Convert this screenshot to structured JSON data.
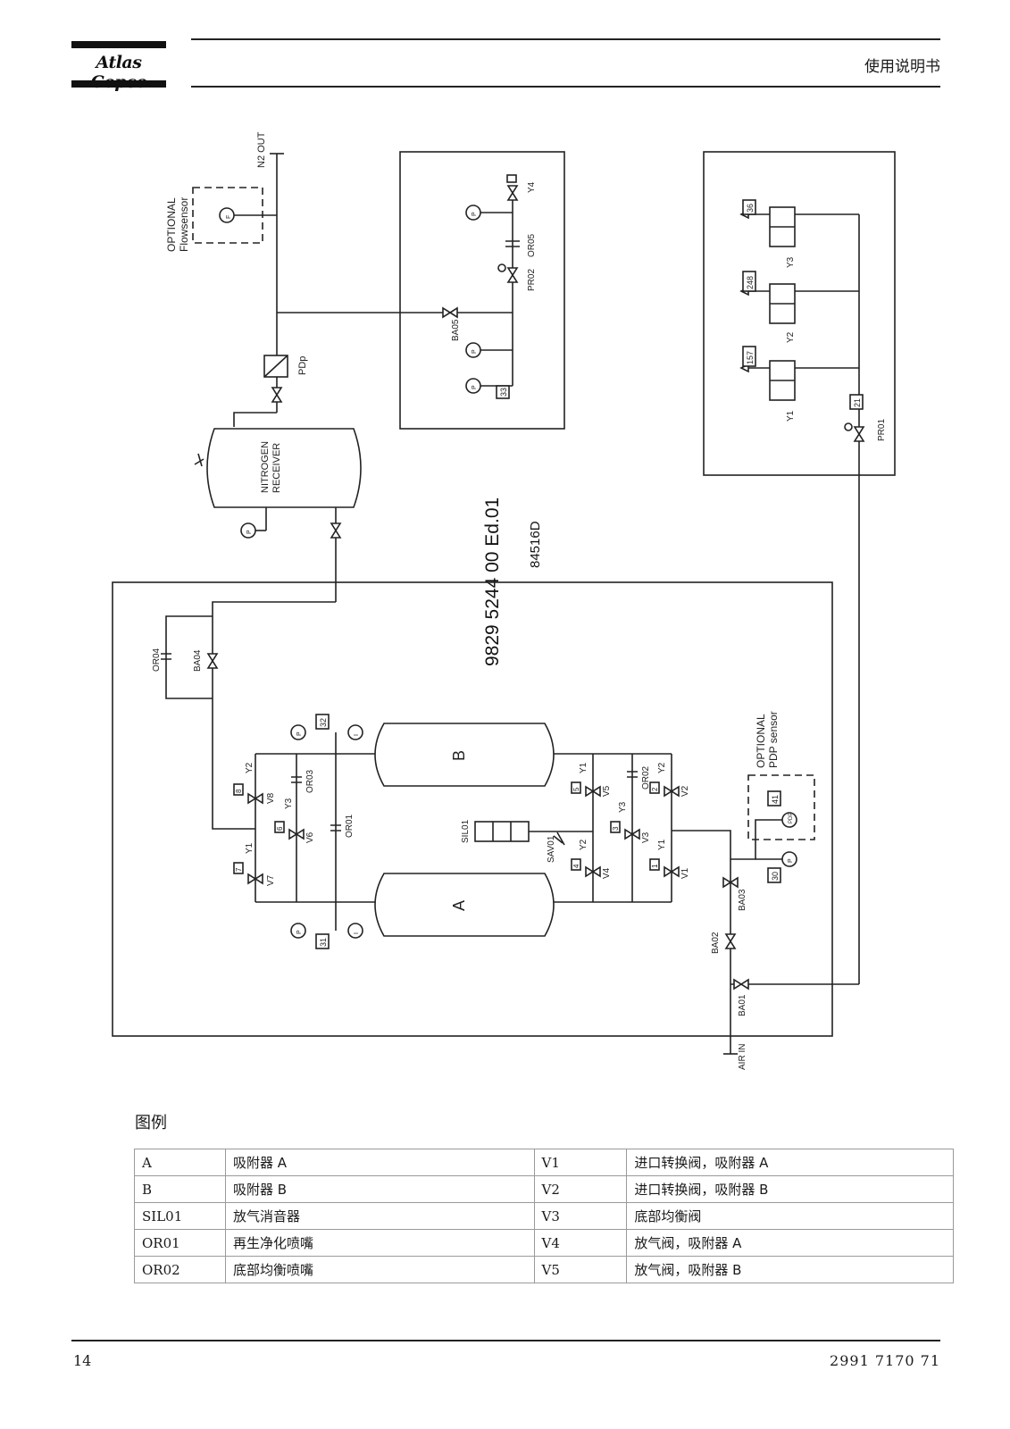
{
  "header": {
    "logo": "Atlas Copco",
    "title": "使用说明书"
  },
  "diagram": {
    "labels": {
      "n2_out": "N2 OUT",
      "optional_flowsensor": "OPTIONAL",
      "flowsensor": "Flowsensor",
      "pdp_valve": "PDp",
      "nitrogen": "NITROGEN",
      "receiver": "RECEIVER",
      "drawing_no": "9829 5244 00 Ed.01",
      "drawing_code": "84516D",
      "ba05": "BA05",
      "pr02": "PR02",
      "or05": "OR05",
      "y4": "Y4",
      "box33": "33",
      "box36": "36",
      "box248": "248",
      "box157": "157",
      "box21": "21",
      "pr01": "PR01",
      "y1": "Y1",
      "y2": "Y2",
      "y3": "Y3",
      "or04": "OR04",
      "ba04": "BA04",
      "or03": "OR03",
      "or01": "OR01",
      "or02": "OR02",
      "vessel_a": "A",
      "vessel_b": "B",
      "sil01": "SIL01",
      "sav01": "SAV01",
      "v1": "V1",
      "v2": "V2",
      "v3": "V3",
      "v4": "V4",
      "v5": "V5",
      "v6": "V6",
      "v7": "V7",
      "v8": "V8",
      "n1": "1",
      "n2": "2",
      "n3": "3",
      "n4": "4",
      "n5": "5",
      "n6": "6",
      "n7": "7",
      "n8": "8",
      "box31": "31",
      "box32": "32",
      "box30": "30",
      "box41": "41",
      "optional_pdp": "OPTIONAL",
      "pdp_sensor": "PDP sensor",
      "ba01": "BA01",
      "ba02": "BA02",
      "ba03": "BA03",
      "air_in": "AIR IN",
      "gauge_p": "P",
      "gauge_i": "I",
      "gauge_pdp": "PDP",
      "gauge_t": "T",
      "gauge_f": "F"
    }
  },
  "legend": {
    "title": "图例",
    "rows": [
      {
        "code1": "A",
        "desc1": "吸附器 A",
        "code2": "V1",
        "desc2": "进口转换阀，吸附器 A"
      },
      {
        "code1": "B",
        "desc1": "吸附器 B",
        "code2": "V2",
        "desc2": "进口转换阀，吸附器 B"
      },
      {
        "code1": "SIL01",
        "desc1": "放气消音器",
        "code2": "V3",
        "desc2": "底部均衡阀"
      },
      {
        "code1": "OR01",
        "desc1": "再生净化喷嘴",
        "code2": "V4",
        "desc2": "放气阀，吸附器 A"
      },
      {
        "code1": "OR02",
        "desc1": "底部均衡喷嘴",
        "code2": "V5",
        "desc2": "放气阀，吸附器 B"
      }
    ]
  },
  "footer": {
    "page": "14",
    "doc_number": "2991 7170 71"
  }
}
